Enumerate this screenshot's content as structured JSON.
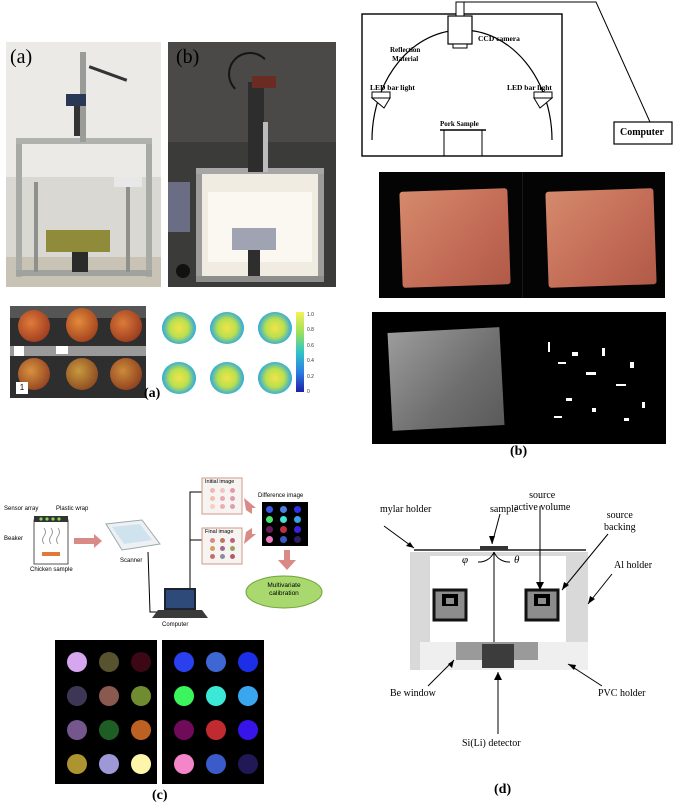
{
  "panel_a": {
    "photo_a_label": "(a)",
    "photo_b_label": "(b)",
    "caption": "(a)",
    "colorbar_ticks": [
      "1.0",
      "0.8",
      "0.6",
      "0.4",
      "0.2",
      "0"
    ],
    "tag_label": "1"
  },
  "panel_b": {
    "camera_label": "CCD camera",
    "reflection_label_1": "Reflection",
    "reflection_label_2": "Material",
    "led_left_label": "LED bar light",
    "led_right_label": "LED bar light",
    "sample_label": "Pork Sample",
    "computer_label": "Computer",
    "caption": "(b)"
  },
  "panel_c": {
    "sensor_array_label": "Sensor array",
    "plastic_wrap_label": "Plastic wrap",
    "beaker_label": "Beaker",
    "chicken_label": "Chicken sample",
    "scanner_label": "Scanner",
    "computer_label": "Computer",
    "initial_image_label": "Initial image",
    "final_image_label": "Final image",
    "difference_image_label": "Difference image",
    "multivariate_label_1": "Multivariate",
    "multivariate_label_2": "calibration",
    "caption": "(c)",
    "left_grid_colors": [
      "#d6a6ee",
      "#57532e",
      "#3c0816",
      "#3d3755",
      "#8a5a50",
      "#6f8d30",
      "#75578d",
      "#1e5d24",
      "#bc6122",
      "#ac9430",
      "#9f98d6",
      "#fdf6aa"
    ],
    "right_grid_colors": [
      "#2a40ee",
      "#3f67d3",
      "#1d2ee8",
      "#3cf45c",
      "#3ce9d7",
      "#3ba6f0",
      "#700b59",
      "#c12b2f",
      "#3614ea",
      "#f585c9",
      "#3a5bc9",
      "#201955"
    ]
  },
  "panel_d": {
    "mylar_label": "mylar holder",
    "sample_label": "sample",
    "source_active_1": "source",
    "source_active_2": "active volume",
    "source_backing_1": "source",
    "source_backing_2": "backing",
    "al_holder_label": "Al holder",
    "phi_label": "φ",
    "theta_label": "θ",
    "be_window_label": "Be window",
    "pvc_label": "PVC holder",
    "detector_label": "Si(Li) detector",
    "caption": "(d)"
  }
}
